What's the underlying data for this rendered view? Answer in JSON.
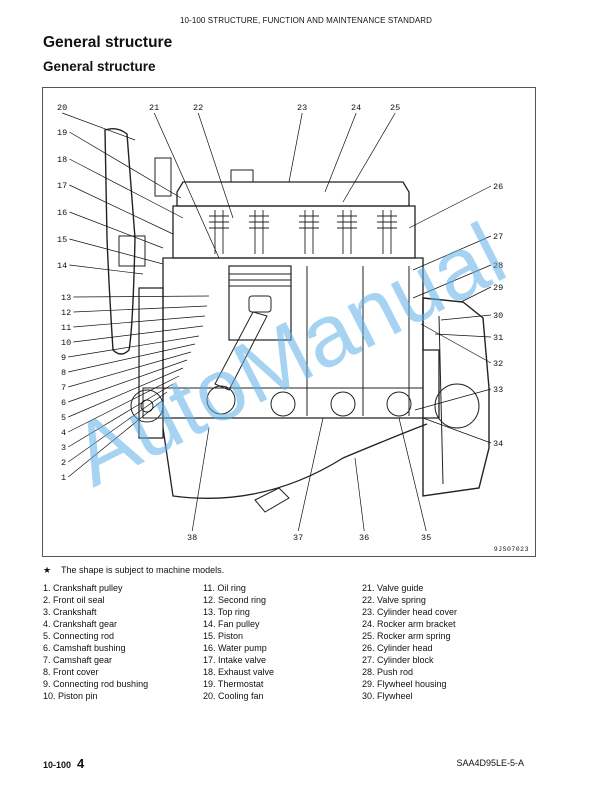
{
  "header": "10-100 STRUCTURE, FUNCTION AND MAINTENANCE STANDARD",
  "title": "General structure",
  "subtitle": "General structure",
  "figure": {
    "code": "9JS07023",
    "watermark": "AutoManual",
    "callouts": [
      "1",
      "2",
      "3",
      "4",
      "5",
      "6",
      "7",
      "8",
      "9",
      "10",
      "11",
      "12",
      "13",
      "14",
      "15",
      "16",
      "17",
      "18",
      "19",
      "20",
      "21",
      "22",
      "23",
      "24",
      "25",
      "26",
      "27",
      "28",
      "29",
      "30",
      "31",
      "32",
      "33",
      "34",
      "35",
      "36",
      "37",
      "38"
    ]
  },
  "note": {
    "symbol": "★",
    "text": "The shape is subject to machine models."
  },
  "parts_col1": [
    "1.  Crankshaft pulley",
    "2.  Front oil seal",
    "3.  Crankshaft",
    "4.  Crankshaft gear",
    "5.  Connecting rod",
    "6.  Camshaft bushing",
    "7.  Camshaft gear",
    "8.  Front cover",
    "9.  Connecting rod bushing",
    "10. Piston pin"
  ],
  "parts_col2": [
    "11. Oil ring",
    "12. Second ring",
    "13. Top ring",
    "14. Fan pulley",
    "15. Piston",
    "16. Water pump",
    "17. Intake valve",
    "18. Exhaust valve",
    "19. Thermostat",
    "20. Cooling fan"
  ],
  "parts_col3": [
    "21. Valve guide",
    "22. Valve spring",
    "23. Cylinder head cover",
    "24. Rocker arm bracket",
    "25. Rocker arm spring",
    "26. Cylinder head",
    "27. Cylinder block",
    "28. Push rod",
    "29. Flywheel housing",
    "30. Flywheel"
  ],
  "footer": {
    "section": "10-100",
    "page": "4",
    "model": "SAA4D95LE-5-A"
  }
}
